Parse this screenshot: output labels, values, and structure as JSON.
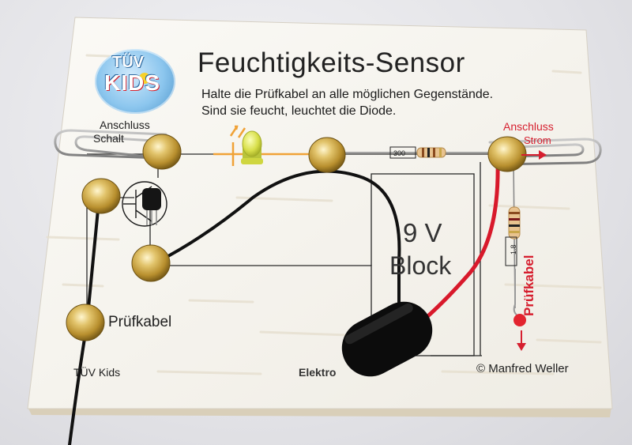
{
  "board": {
    "title": "Feuchtigkeits-Sensor",
    "instructions_line1": "Halte die Prüfkabel an alle möglichen Gegenstände.",
    "instructions_line2": "Sind sie feucht, leuchtet die Diode."
  },
  "logo": {
    "line1": "TÜV",
    "line2": "KIDS"
  },
  "labels": {
    "left_connector_line1": "Anschluss",
    "left_connector_line2": "Schalt",
    "right_connector_line1": "Anschluss",
    "right_connector_line2": "Strom",
    "probe_left": "Prüfkabel",
    "probe_right": "Prüfkabel",
    "battery_line1": "9 V",
    "battery_line2": "Block",
    "footer_left": "TÜV Kids",
    "footer_middle": "Elektro",
    "footer_right": "© Manfred Weller",
    "resistor_top": "300",
    "resistor_right": "1.8"
  },
  "colors": {
    "board": "#f7f5f0",
    "brass": "#c9a64a",
    "led": "#d8df4a",
    "wire_red": "#d8192b",
    "wire_black": "#111111",
    "label_red": "#d61f2f"
  }
}
